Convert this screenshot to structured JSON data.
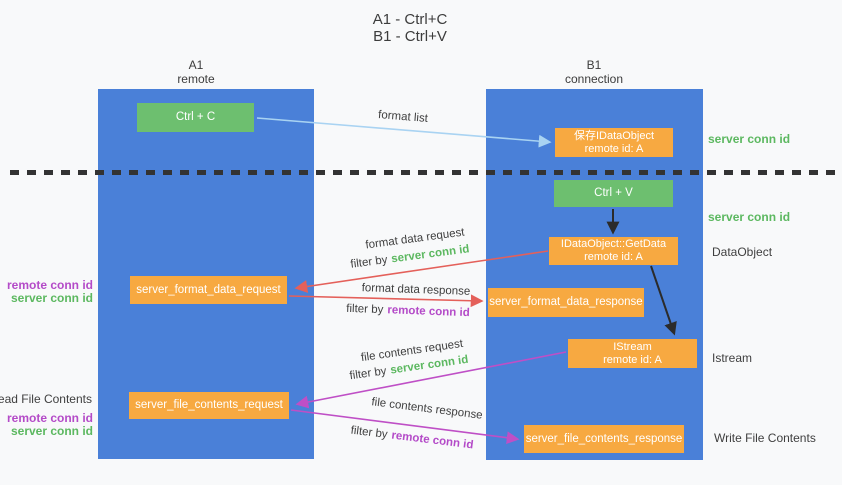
{
  "title": {
    "line1": "A1 - Ctrl+C",
    "line2": "B1 - Ctrl+V"
  },
  "lanes": {
    "left": {
      "name": "A1",
      "role": "remote"
    },
    "right": {
      "name": "B1",
      "role": "connection"
    }
  },
  "nodes": {
    "ctrl_c": {
      "label": "Ctrl + C"
    },
    "save_idataobject": {
      "line1": "保存IDataObject",
      "line2": "remote id: A"
    },
    "ctrl_v": {
      "label": "Ctrl + V"
    },
    "getdata": {
      "line1": "IDataObject::GetData",
      "line2": "remote id: A"
    },
    "server_format_data_request": {
      "label": "server_format_data_request"
    },
    "server_format_data_response": {
      "label": "server_format_data_response"
    },
    "istream": {
      "line1": "IStream",
      "line2": "remote id: A"
    },
    "server_file_contents_request": {
      "label": "server_file_contents_request"
    },
    "server_file_contents_response": {
      "label": "server_file_contents_response"
    }
  },
  "edge_labels": {
    "format_list": "format list",
    "format_data_request": "format data request",
    "format_data_request_filter_prefix": "filter by",
    "format_data_request_filter_key": "server conn id",
    "format_data_response": "format data response",
    "format_data_response_filter_prefix": "filter by",
    "format_data_response_filter_key": "remote conn id",
    "file_contents_request": "file contents request",
    "file_contents_request_filter_prefix": "filter by",
    "file_contents_request_filter_key": "server conn id",
    "file_contents_response": "file contents response",
    "file_contents_response_filter_prefix": "filter by",
    "file_contents_response_filter_key": "remote conn id"
  },
  "left_labels": {
    "remote_conn_id_top": "remote conn id",
    "server_conn_id_top": "server conn id",
    "read_file_contents": "Read File Contents",
    "remote_conn_id_bottom": "remote conn id",
    "server_conn_id_bottom": "server conn id"
  },
  "right_labels": {
    "server_conn_id_top": "server conn id",
    "server_conn_id_mid": "server conn id",
    "dataobject": "DataObject",
    "istream": "Istream",
    "write_file_contents": "Write File Contents"
  },
  "colors": {
    "lane_blue": "#4a80d8",
    "node_green": "#6dbf6f",
    "node_orange": "#f7a941",
    "arrow_lightblue": "#a9d3f2",
    "arrow_red": "#e4605a",
    "arrow_magenta": "#bf4fc6",
    "arrow_black": "#2b2b2b",
    "text_green": "#5cb860",
    "text_purple": "#b44bc8",
    "text_dark": "#3f3f3f",
    "background": "#f8f9fa"
  }
}
